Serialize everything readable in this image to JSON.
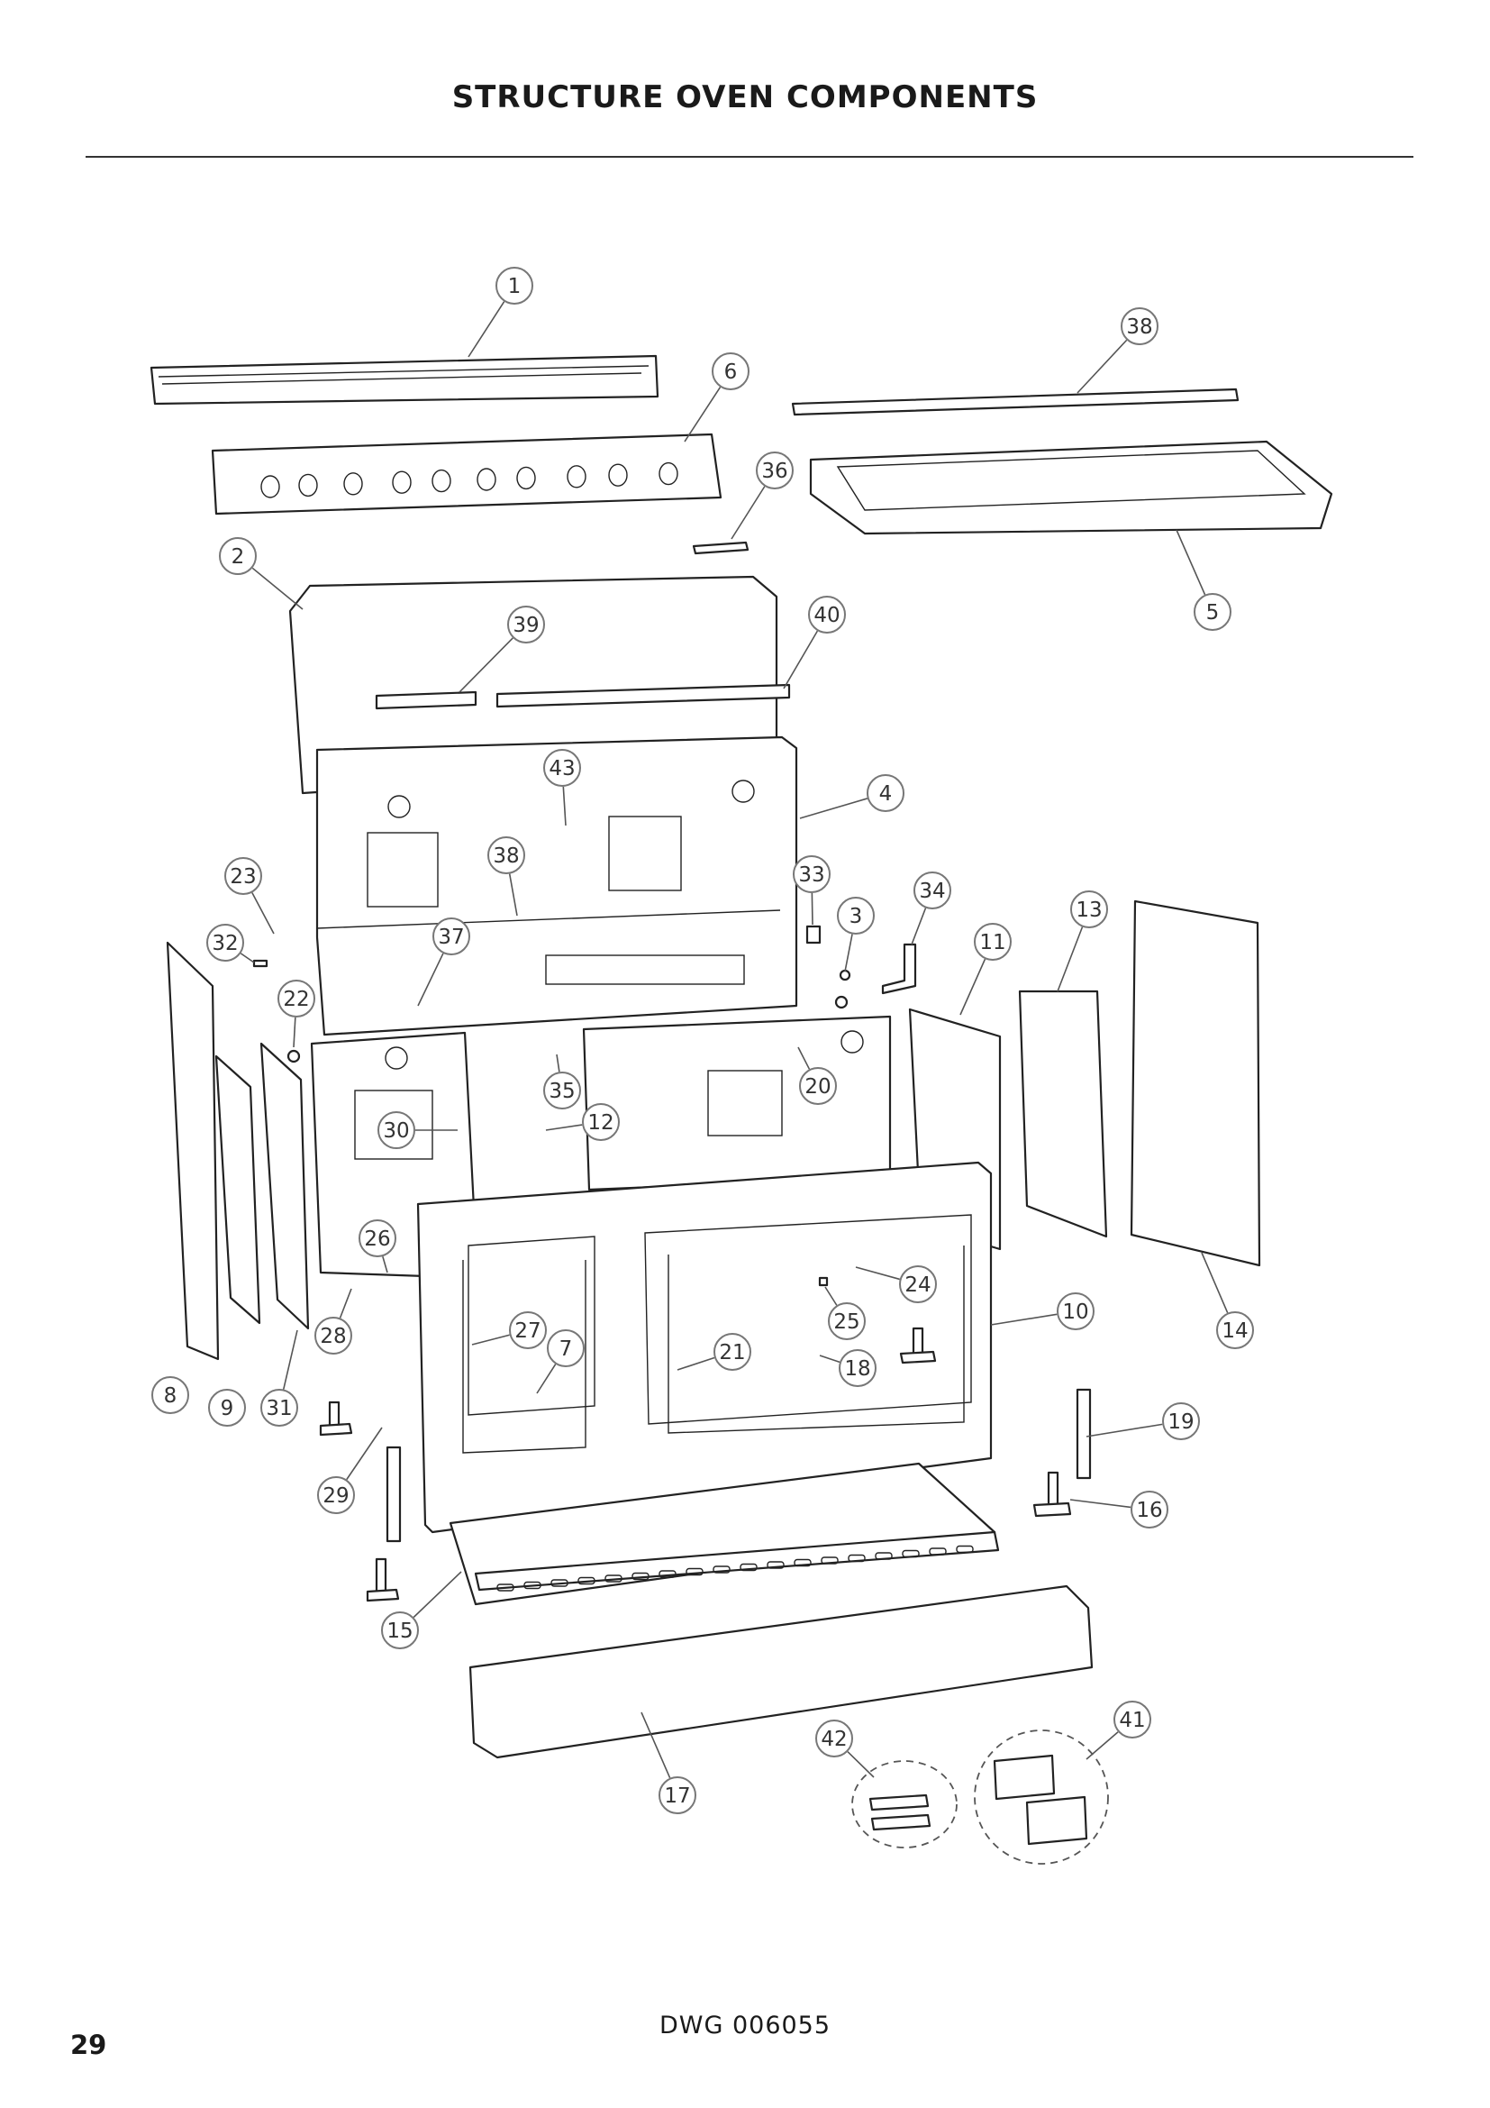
{
  "page": {
    "title": "STRUCTURE OVEN COMPONENTS",
    "page_number": "29",
    "drawing_reference": "DWG 006055"
  },
  "callouts": [
    {
      "label": "1"
    },
    {
      "label": "2"
    },
    {
      "label": "3"
    },
    {
      "label": "4"
    },
    {
      "label": "5"
    },
    {
      "label": "6"
    },
    {
      "label": "7"
    },
    {
      "label": "8"
    },
    {
      "label": "9"
    },
    {
      "label": "10"
    },
    {
      "label": "11"
    },
    {
      "label": "12"
    },
    {
      "label": "13"
    },
    {
      "label": "14"
    },
    {
      "label": "15"
    },
    {
      "label": "16"
    },
    {
      "label": "17"
    },
    {
      "label": "18"
    },
    {
      "label": "19"
    },
    {
      "label": "20"
    },
    {
      "label": "21"
    },
    {
      "label": "22"
    },
    {
      "label": "23"
    },
    {
      "label": "24"
    },
    {
      "label": "25"
    },
    {
      "label": "26"
    },
    {
      "label": "27"
    },
    {
      "label": "28"
    },
    {
      "label": "29"
    },
    {
      "label": "30"
    },
    {
      "label": "31"
    },
    {
      "label": "32"
    },
    {
      "label": "33"
    },
    {
      "label": "34"
    },
    {
      "label": "35"
    },
    {
      "label": "36"
    },
    {
      "label": "37"
    },
    {
      "label": "38"
    },
    {
      "label": "38"
    },
    {
      "label": "39"
    },
    {
      "label": "40"
    },
    {
      "label": "41"
    },
    {
      "label": "42"
    },
    {
      "label": "43"
    }
  ]
}
